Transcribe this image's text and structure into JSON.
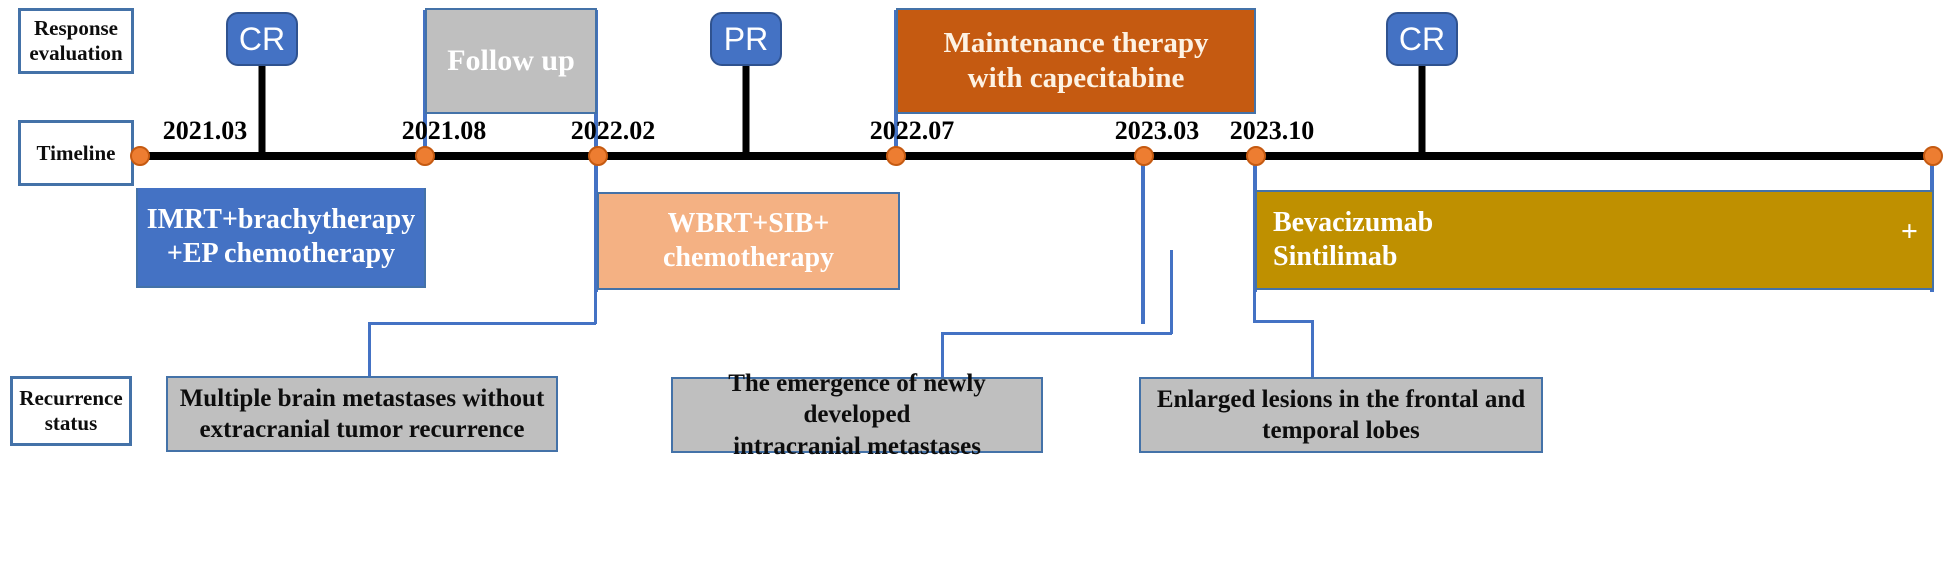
{
  "row_labels": {
    "response": "Response evaluation",
    "timeline": "Timeline",
    "recurrence": "Recurrence status"
  },
  "colors": {
    "axis": "#000000",
    "node": "#ed7d31",
    "badge": "#4472c4",
    "imrt_box": "#4472c4",
    "followup_box": "#bfbfbf",
    "wbrt_box": "#f4b183",
    "maintenance_box": "#c55a11",
    "bevacizumab_box": "#bf9000",
    "recurrence_box": "#bfbfbf",
    "connector": "#4472c4",
    "outline": "#4472a8"
  },
  "timeline": {
    "dates": [
      "2021.03",
      "2021.08",
      "2022.02",
      "2022.07",
      "2023.03",
      "2023.10"
    ]
  },
  "response_badges": [
    {
      "label": "CR"
    },
    {
      "label": "PR"
    },
    {
      "label": "CR"
    }
  ],
  "treatments": [
    {
      "name": "imrt",
      "text": "IMRT+brachytherapy +EP chemotherapy",
      "line1": "IMRT+brachytherapy",
      "line2": "+EP chemotherapy"
    },
    {
      "name": "follow-up",
      "text": "Follow up",
      "line1": "Follow up",
      "line2": ""
    },
    {
      "name": "wbrt",
      "text": "WBRT+SIB+ chemotherapy",
      "line1": "WBRT+SIB+",
      "line2": "chemotherapy"
    },
    {
      "name": "maintenance",
      "text": "Maintenance therapy with capecitabine",
      "line1": "Maintenance therapy",
      "line2": "with capecitabine"
    },
    {
      "name": "bevacizumab",
      "text": "Bevacizumab Sintilimab",
      "line1": "Bevacizumab",
      "line2": "Sintilimab",
      "suffix": "+"
    }
  ],
  "recurrence_events": [
    {
      "line1": "Multiple brain metastases without",
      "line2": "extracranial tumor recurrence"
    },
    {
      "line1": "The emergence of newly developed",
      "line2": "intracranial metastases"
    },
    {
      "line1": "Enlarged lesions in the frontal and",
      "line2": "temporal lobes"
    }
  ]
}
